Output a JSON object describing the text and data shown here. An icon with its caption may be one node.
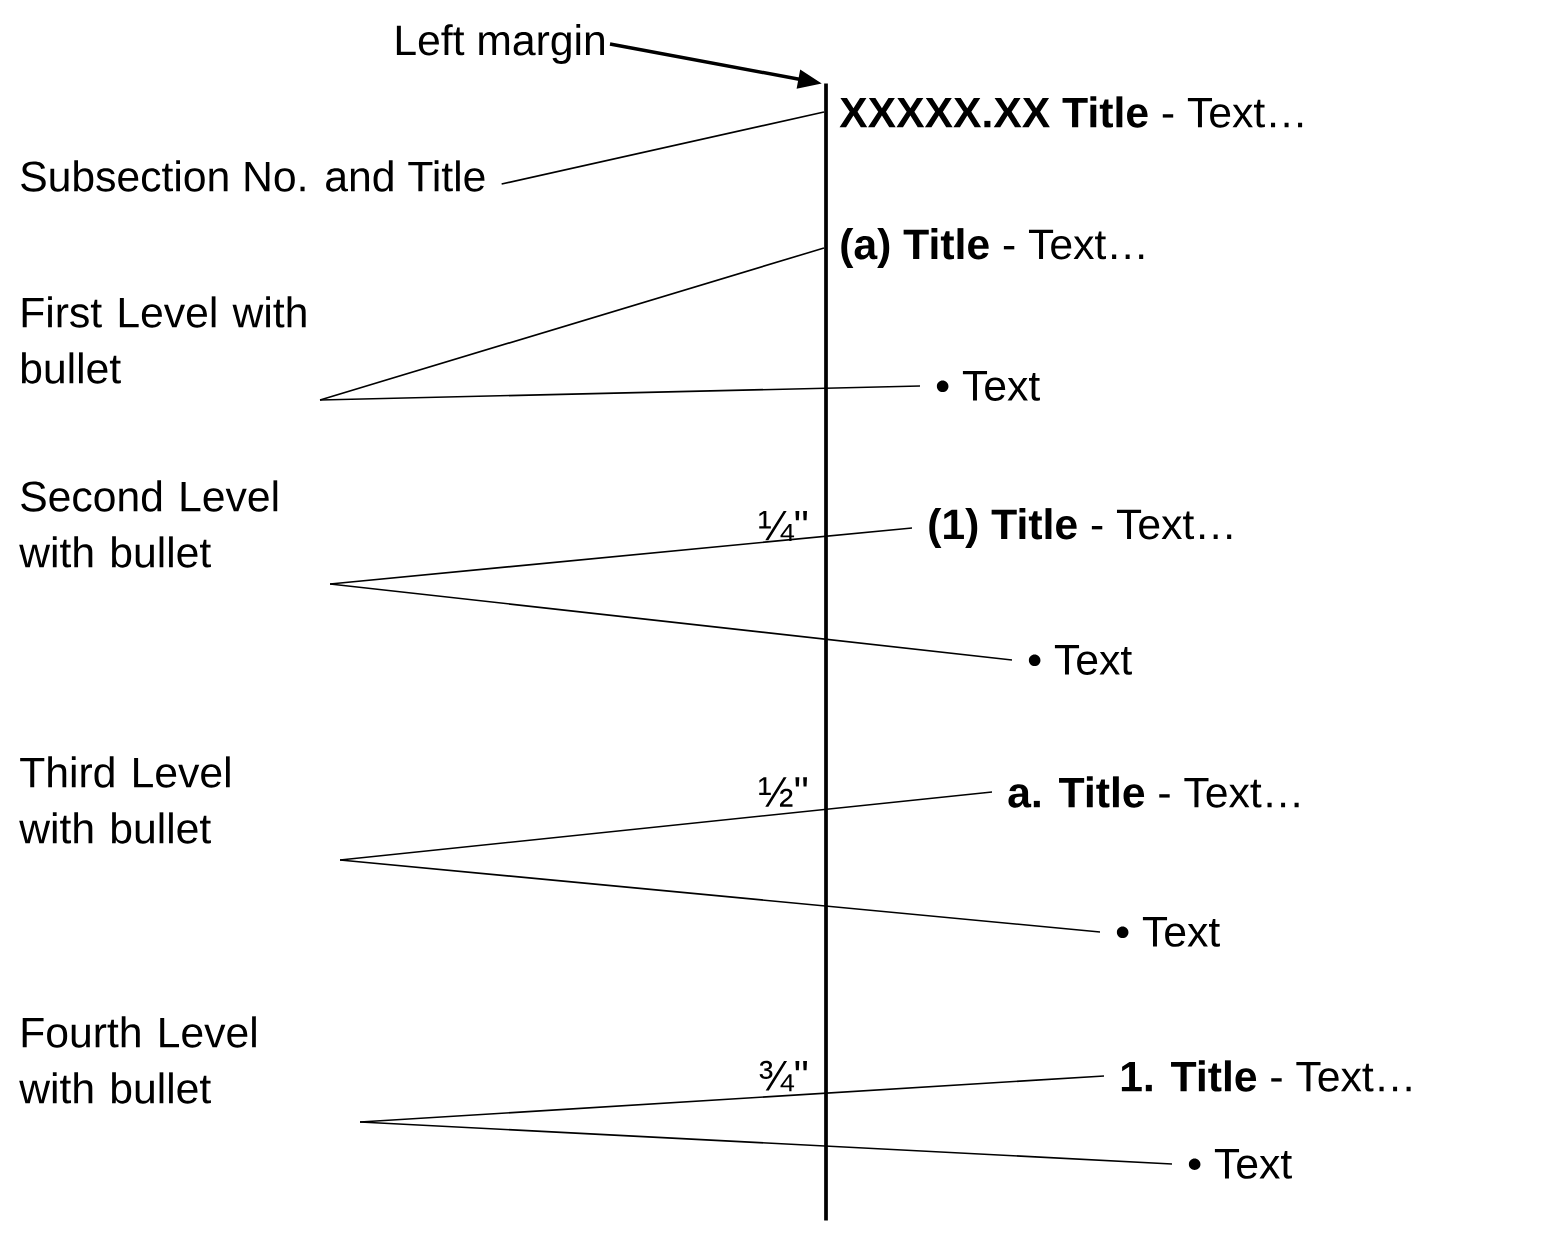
{
  "diagram": {
    "nodes": [
      {
        "text": [
          "Left margin"
        ]
      },
      {
        "text": [],
        "shape": "bar"
      },
      {
        "text": [
          "Subsection No. and Title"
        ]
      },
      {
        "text": [
          "**XXXXX.XX  Title** - Text…"
        ]
      },
      {
        "text": [
          "First Level with bullet"
        ]
      },
      {
        "text": [
          "**(a)  Title** - Text…"
        ]
      },
      {
        "text": [
          "•  Text"
        ]
      },
      {
        "text": [
          "Second Level with bullet"
        ]
      },
      {
        "text": [
          "**(1)  Title** - Text…"
        ]
      },
      {
        "text": [
          "•  Text"
        ]
      },
      {
        "text": [
          "Third Level with bullet"
        ]
      },
      {
        "text": [
          "**a.  Title** - Text…"
        ]
      },
      {
        "text": [
          "•  Text"
        ]
      },
      {
        "text": [
          "Fourth Level with bullet"
        ]
      },
      {
        "text": [
          "**1.  Title** - Text…"
        ]
      },
      {
        "text": [
          "•  Text"
        ]
      }
    ],
    "edges": [
      {
        "from": 0,
        "to": 1,
        "arrow": "to"
      },
      {
        "from": 2,
        "to": 3,
        "arrow": "none"
      },
      {
        "from": 4,
        "to": 5,
        "arrow": "none"
      },
      {
        "from": 4,
        "to": 6,
        "arrow": "none"
      },
      {
        "from": 7,
        "to": 8,
        "arrow": "none"
      },
      {
        "from": 7,
        "to": 9,
        "arrow": "none"
      },
      {
        "from": 10,
        "to": 11,
        "arrow": "none"
      },
      {
        "from": 10,
        "to": 12,
        "arrow": "none"
      },
      {
        "from": 13,
        "to": 14,
        "arrow": "none"
      },
      {
        "from": 13,
        "to": 15,
        "arrow": "none"
      }
    ],
    "labels": [
      "¼\"",
      "½\"",
      "¾\""
    ]
  }
}
